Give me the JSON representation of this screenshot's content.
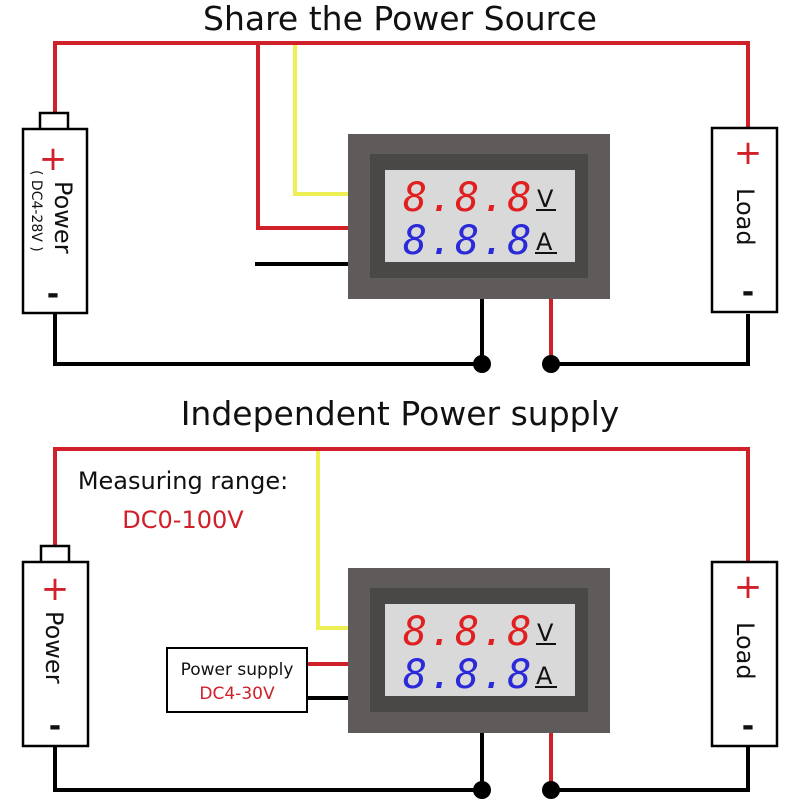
{
  "colors": {
    "wire_red": "#d0202a",
    "wire_yellow": "#eeee55",
    "wire_black": "#000000",
    "meter_outer": "#5f5b5b",
    "meter_inner": "#4a4747",
    "display_bg": "#d9d9d9",
    "voltage_digits": "#e02020",
    "current_digits": "#2a2ad8"
  },
  "top": {
    "title": "Share the Power Source",
    "power": {
      "label": "Power",
      "range": "( DC4-28V )",
      "plus": "+",
      "minus": "-"
    },
    "load": {
      "label": "Load",
      "plus": "+",
      "minus": "-"
    },
    "meter": {
      "voltage_reading": "8.8.8",
      "voltage_unit": "V",
      "current_reading": "8.8.8",
      "current_unit": "A"
    }
  },
  "bottom": {
    "title": "Independent Power supply",
    "measuring_range_label": "Measuring range:",
    "measuring_range_value": "DC0-100V",
    "power": {
      "label": "Power",
      "plus": "+",
      "minus": "-"
    },
    "load": {
      "label": "Load",
      "plus": "+",
      "minus": "-"
    },
    "supply_box": {
      "label": "Power supply",
      "range": "DC4-30V"
    },
    "meter": {
      "voltage_reading": "8.8.8",
      "voltage_unit": "V",
      "current_reading": "8.8.8",
      "current_unit": "A"
    }
  }
}
